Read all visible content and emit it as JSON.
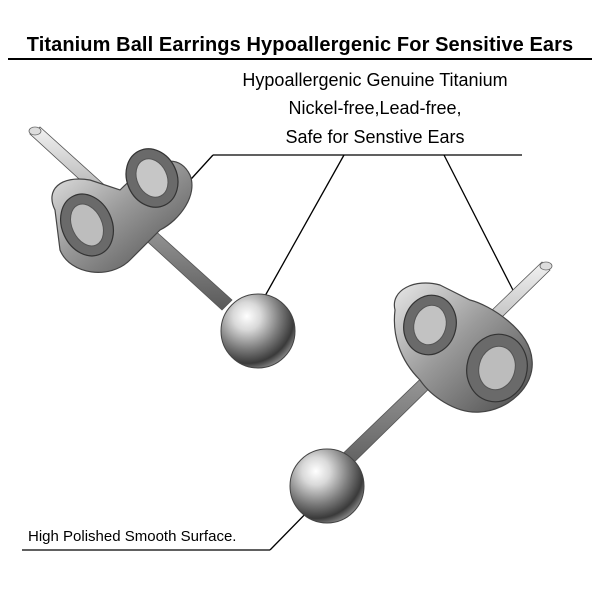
{
  "title": "Titanium Ball Earrings Hypoallergenic For Sensitive Ears",
  "features": [
    "Hypoallergenic Genuine Titanium",
    "Nickel-free,Lead-free,",
    "Safe for Senstive Ears"
  ],
  "surface_label": "High Polished Smooth Surface.",
  "colors": {
    "background": "#ffffff",
    "text": "#000000",
    "metal": "#9a9a9a"
  }
}
